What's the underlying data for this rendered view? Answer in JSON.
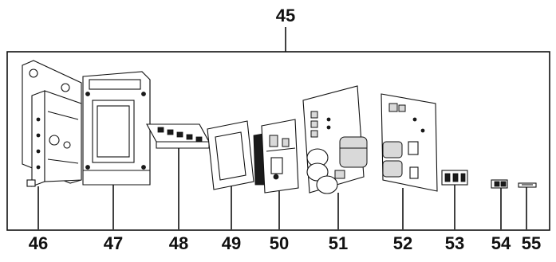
{
  "assembly_label": "45",
  "parts": [
    {
      "id": "46",
      "label": "46"
    },
    {
      "id": "47",
      "label": "47"
    },
    {
      "id": "48",
      "label": "48"
    },
    {
      "id": "49",
      "label": "49"
    },
    {
      "id": "50",
      "label": "50"
    },
    {
      "id": "51",
      "label": "51"
    },
    {
      "id": "52",
      "label": "52"
    },
    {
      "id": "53",
      "label": "53"
    },
    {
      "id": "54",
      "label": "54"
    },
    {
      "id": "55",
      "label": "55"
    }
  ]
}
